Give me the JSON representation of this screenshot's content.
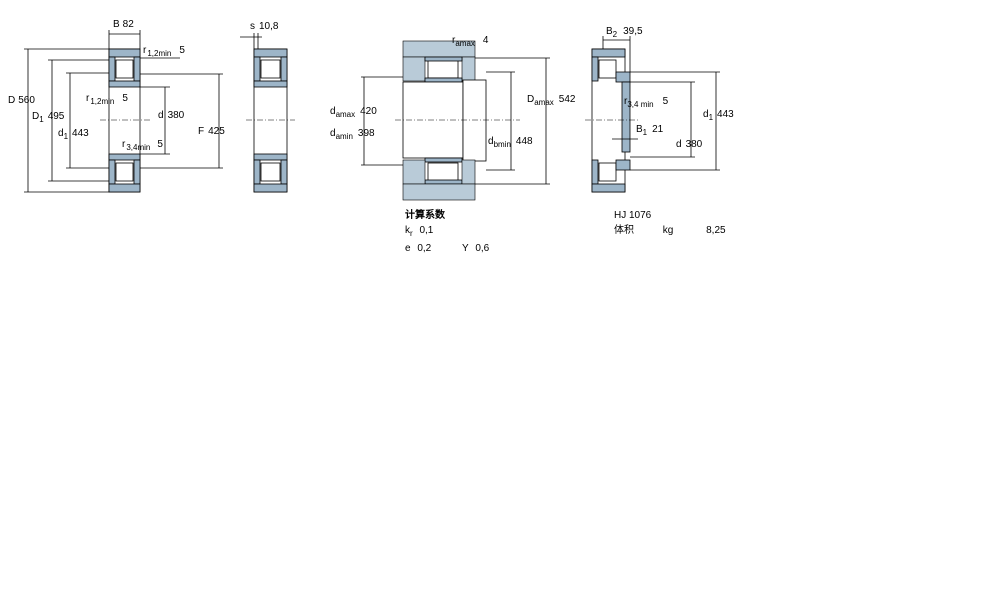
{
  "labels": {
    "B": "B",
    "B_val": "82",
    "r12_sym": "r",
    "r12_sub": "1,2min",
    "r12_val": "5",
    "r12b_sym": "r",
    "r12b_sub": "1,2min",
    "r12b_val": "5",
    "r34_sym": "r",
    "r34_sub": "3,4min",
    "r34_val": "5",
    "D": "D",
    "D_val": "560",
    "D1": "D",
    "D1_sub": "1",
    "D1_val": "495",
    "d1": "d",
    "d1_sub": "1",
    "d1_val": "443",
    "d": "d",
    "d_val": "380",
    "F": "F",
    "F_val": "425",
    "s": "s",
    "s_val": "10,8",
    "ramax_sym": "r",
    "ramax_sub": "amax",
    "ramax_val": "4",
    "damax_sym": "d",
    "damax_sub": "amax",
    "damax_val": "420",
    "damin_sym": "d",
    "damin_sub": "amin",
    "damin_val": "398",
    "dbmin_sym": "d",
    "dbmin_sub": "bmin",
    "dbmin_val": "448",
    "Damax_sym": "D",
    "Damax_sub": "amax",
    "Damax_val": "542",
    "B2_sym": "B",
    "B2_sub": "2",
    "B2_val": "39,5",
    "r34b_sym": "r",
    "r34b_sub": "3,4 min",
    "r34b_val": "5",
    "B1_sym": "B",
    "B1_sub": "1",
    "B1_val": "21",
    "d1b_sym": "d",
    "d1b_sub": "1",
    "d1b_val": "443",
    "db_sym": "d",
    "db_val": "380"
  },
  "calc": {
    "title": "计算系数",
    "kr_sym": "k",
    "kr_sub": "r",
    "kr_val": "0,1",
    "e_sym": "e",
    "e_val": "0,2",
    "Y_sym": "Y",
    "Y_val": "0,6"
  },
  "ring": {
    "name": "HJ 1076",
    "mass_label": "体积",
    "mass_unit": "kg",
    "mass_val": "8,25"
  },
  "colors": {
    "ring_fill": "#9db5c8",
    "shaft_fill": "#b9cbd8"
  }
}
